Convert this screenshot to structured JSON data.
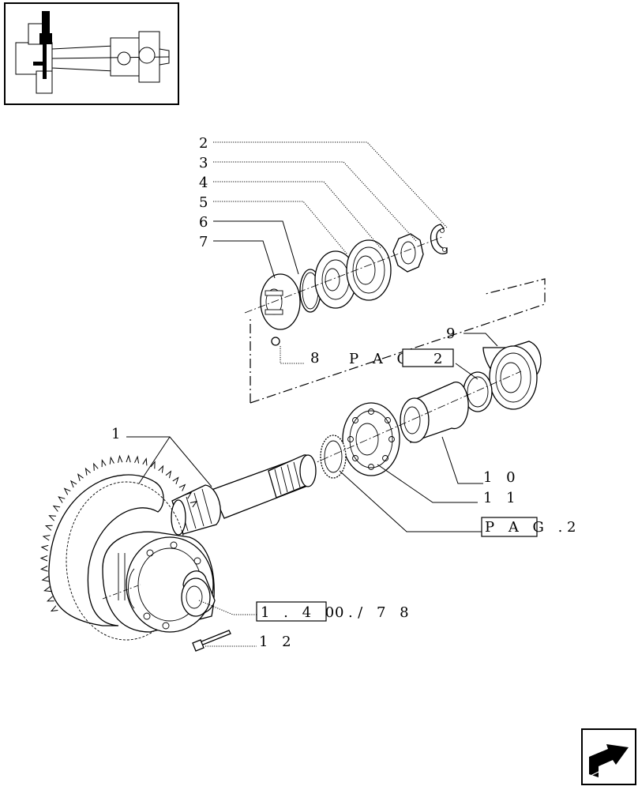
{
  "callouts": {
    "c1": "1",
    "c2": "2",
    "c3": "3",
    "c4": "4",
    "c5": "5",
    "c6": "6",
    "c7": "7",
    "c8": "8",
    "c9": "9",
    "c10": "1 0",
    "c11": "1 1",
    "c12": "1 2"
  },
  "references": {
    "pag_upper_box": "P A G .",
    "pag_upper_num": "2",
    "pag_lower_box": "P A G .",
    "pag_lower_num": "2",
    "section_box": "1 . 4 0 .",
    "section_suffix": "0 / 7 8"
  },
  "icons": {
    "thumbnail": "axle-assembly-thumbnail",
    "nav": "next-page-arrow-icon"
  }
}
